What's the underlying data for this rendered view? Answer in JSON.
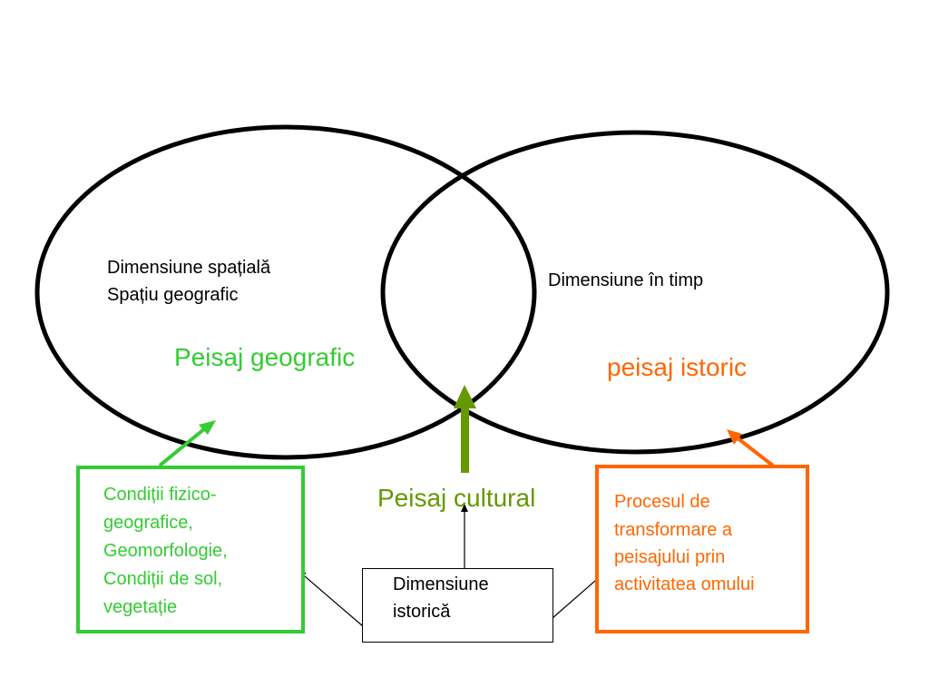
{
  "colors": {
    "green": "#33cc33",
    "olive": "#669900",
    "orange": "#ff6600",
    "black": "#000000"
  },
  "left_circle": {
    "line1": "Dimensiune spațială",
    "line2": "Spațiu geografic",
    "heading": "Peisaj  geografic"
  },
  "right_circle": {
    "line1": "Dimensiune în timp",
    "heading": "peisaj  istoric"
  },
  "center": {
    "heading": "Peisaj cultural"
  },
  "left_box": {
    "lines": [
      "Condiții fizico-",
      "geografice,",
      "Geomorfologie,",
      "Condiții de sol,",
      "vegetație"
    ]
  },
  "right_box": {
    "lines": [
      "Procesul de",
      "transformare a",
      "peisajului prin",
      "activitatea omului"
    ]
  },
  "bottom_box": {
    "lines": [
      "Dimensiune",
      "istorică"
    ]
  }
}
